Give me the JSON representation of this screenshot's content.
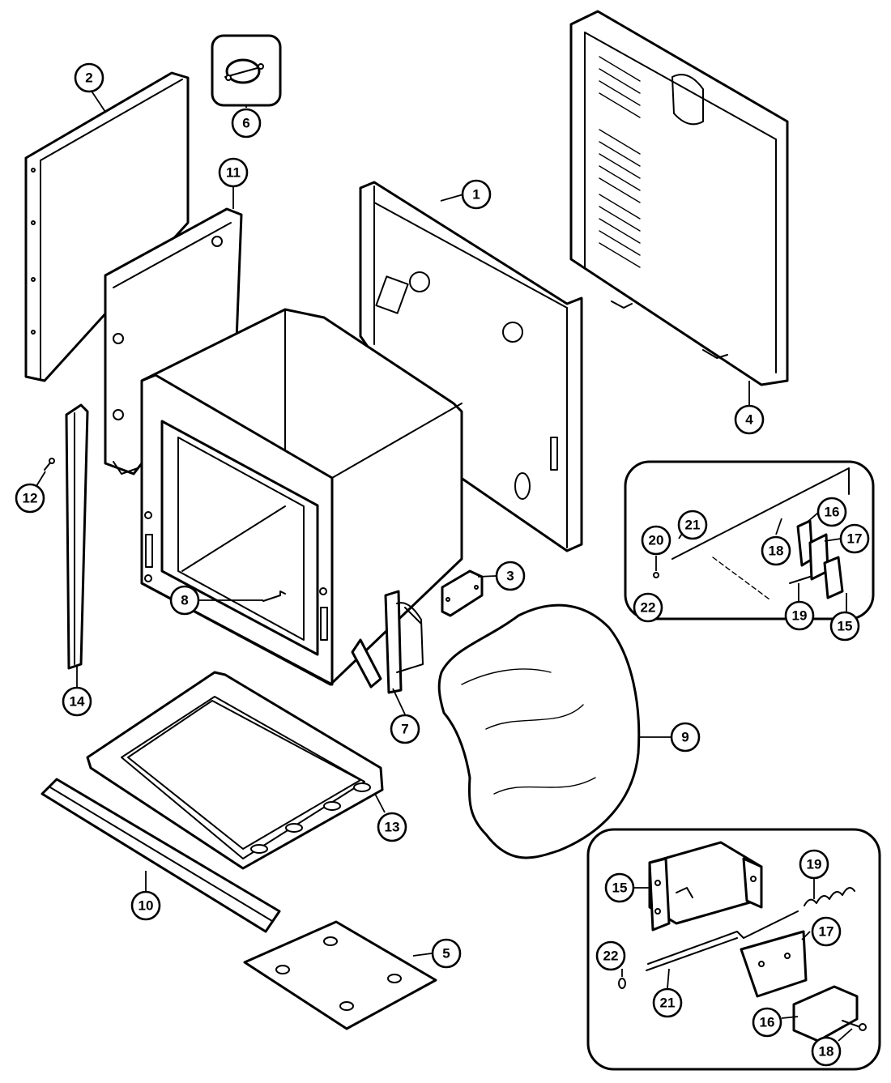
{
  "callouts": {
    "c1": "1",
    "c2": "2",
    "c3": "3",
    "c4": "4",
    "c5": "5",
    "c6": "6",
    "c7": "7",
    "c8": "8",
    "c9": "9",
    "c10": "10",
    "c11": "11",
    "c12": "12",
    "c13": "13",
    "c14": "14",
    "inset_a_15": "15",
    "inset_a_16": "16",
    "inset_a_17": "17",
    "inset_a_18": "18",
    "inset_a_19": "19",
    "inset_a_20": "20",
    "inset_a_21": "21",
    "inset_a_22": "22",
    "inset_b_15": "15",
    "inset_b_16": "16",
    "inset_b_17": "17",
    "inset_b_18": "18",
    "inset_b_19": "19",
    "inset_b_21": "21",
    "inset_b_22": "22"
  }
}
